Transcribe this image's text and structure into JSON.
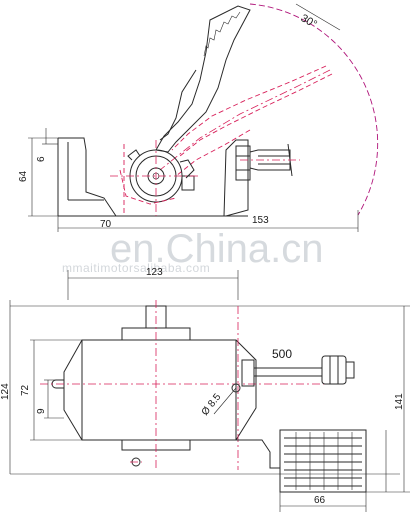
{
  "drawing": {
    "angle_label": "30°",
    "side_view": {
      "dim_64": "64",
      "dim_6": "6",
      "dim_70": "70",
      "dim_153": "153"
    },
    "top_view": {
      "dim_123": "123",
      "dim_500": "500",
      "dim_124": "124",
      "dim_72": "72",
      "dim_9": "9",
      "dim_hole": "Ø 8.5",
      "dim_141": "141",
      "dim_66": "66"
    }
  },
  "watermark": {
    "brand": "en.China.cn",
    "url": "mmaitimotorsalibaba.com"
  }
}
